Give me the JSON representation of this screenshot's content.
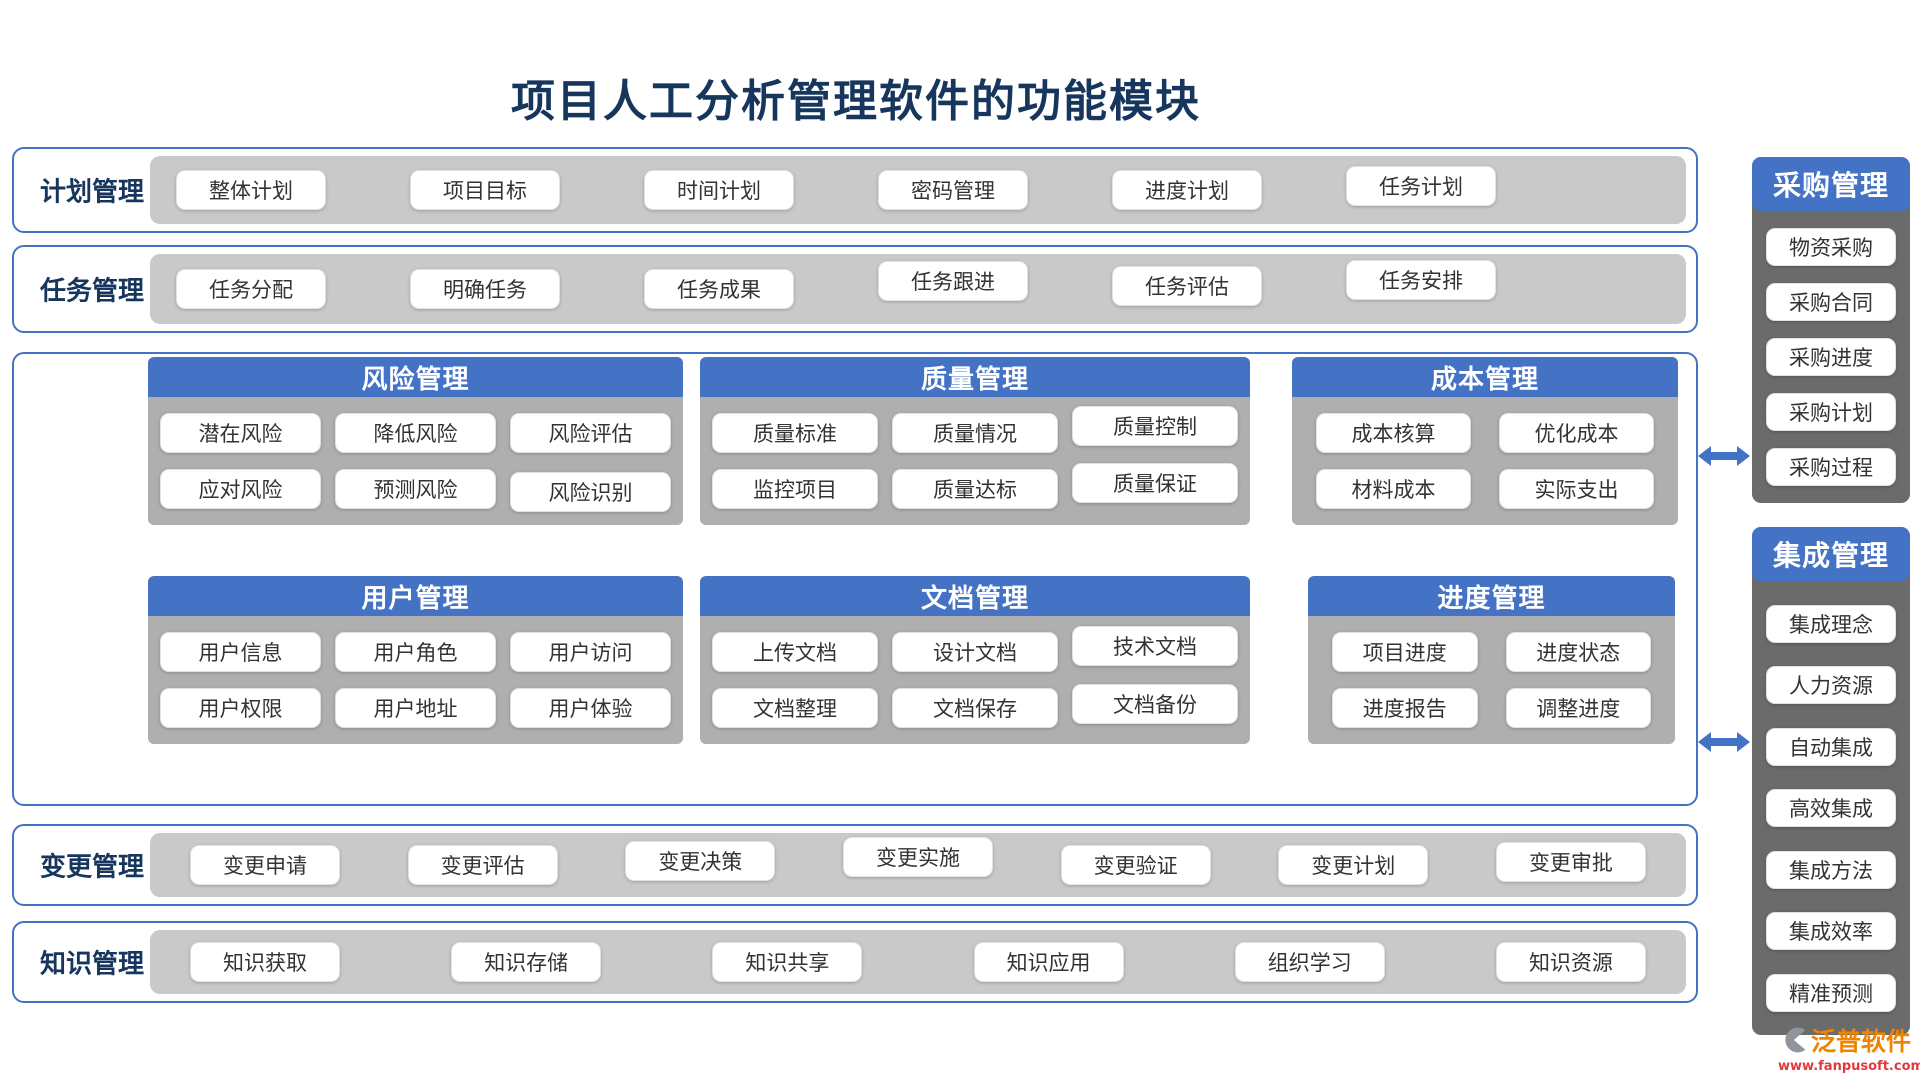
{
  "title": "项目人工分析管理软件的功能模块",
  "bands": [
    {
      "id": "plan",
      "label": "计划管理",
      "items": [
        "整体计划",
        "项目目标",
        "时间计划",
        "密码管理",
        "进度计划",
        "任务计划"
      ]
    },
    {
      "id": "task",
      "label": "任务管理",
      "items": [
        "任务分配",
        "明确任务",
        "任务成果",
        "任务跟进",
        "任务评估",
        "任务安排"
      ]
    },
    {
      "id": "change",
      "label": "变更管理",
      "items": [
        "变更申请",
        "变更评估",
        "变更决策",
        "变更实施",
        "变更验证",
        "变更计划",
        "变更审批"
      ]
    },
    {
      "id": "knowledge",
      "label": "知识管理",
      "items": [
        "知识获取",
        "知识存储",
        "知识共享",
        "知识应用",
        "组织学习",
        "知识资源"
      ]
    }
  ],
  "groups": [
    {
      "id": "risk",
      "title": "风险管理",
      "items": [
        "潜在风险",
        "降低风险",
        "风险评估",
        "应对风险",
        "预测风险",
        "风险识别"
      ]
    },
    {
      "id": "quality",
      "title": "质量管理",
      "items": [
        "质量标准",
        "质量情况",
        "质量控制",
        "监控项目",
        "质量达标",
        "质量保证"
      ]
    },
    {
      "id": "cost",
      "title": "成本管理",
      "items": [
        "成本核算",
        "优化成本",
        "材料成本",
        "实际支出"
      ]
    },
    {
      "id": "user",
      "title": "用户管理",
      "items": [
        "用户信息",
        "用户角色",
        "用户访问",
        "用户权限",
        "用户地址",
        "用户体验"
      ]
    },
    {
      "id": "doc",
      "title": "文档管理",
      "items": [
        "上传文档",
        "设计文档",
        "技术文档",
        "文档整理",
        "文档保存",
        "文档备份"
      ]
    },
    {
      "id": "progress",
      "title": "进度管理",
      "items": [
        "项目进度",
        "进度状态",
        "进度报告",
        "调整进度"
      ]
    }
  ],
  "side_panels": [
    {
      "id": "procurement",
      "title": "采购管理",
      "items": [
        "物资采购",
        "采购合同",
        "采购进度",
        "采购计划",
        "采购过程"
      ]
    },
    {
      "id": "integration",
      "title": "集成管理",
      "items": [
        "集成理念",
        "人力资源",
        "自动集成",
        "高效集成",
        "集成方法",
        "集成效率",
        "精准预测"
      ]
    }
  ],
  "logo": {
    "name": "泛普软件",
    "url": "www.fanpusoft.com"
  },
  "colors": {
    "accent_blue": "#4472C4",
    "title_navy": "#17365D",
    "strip_gray": "#C9C9C9",
    "group_gray": "#AFAFAF",
    "panel_gray": "#6B6B6B",
    "chip_white": "#FFFFFF",
    "logo_orange": "#F08300",
    "logo_red": "#E4393C"
  }
}
